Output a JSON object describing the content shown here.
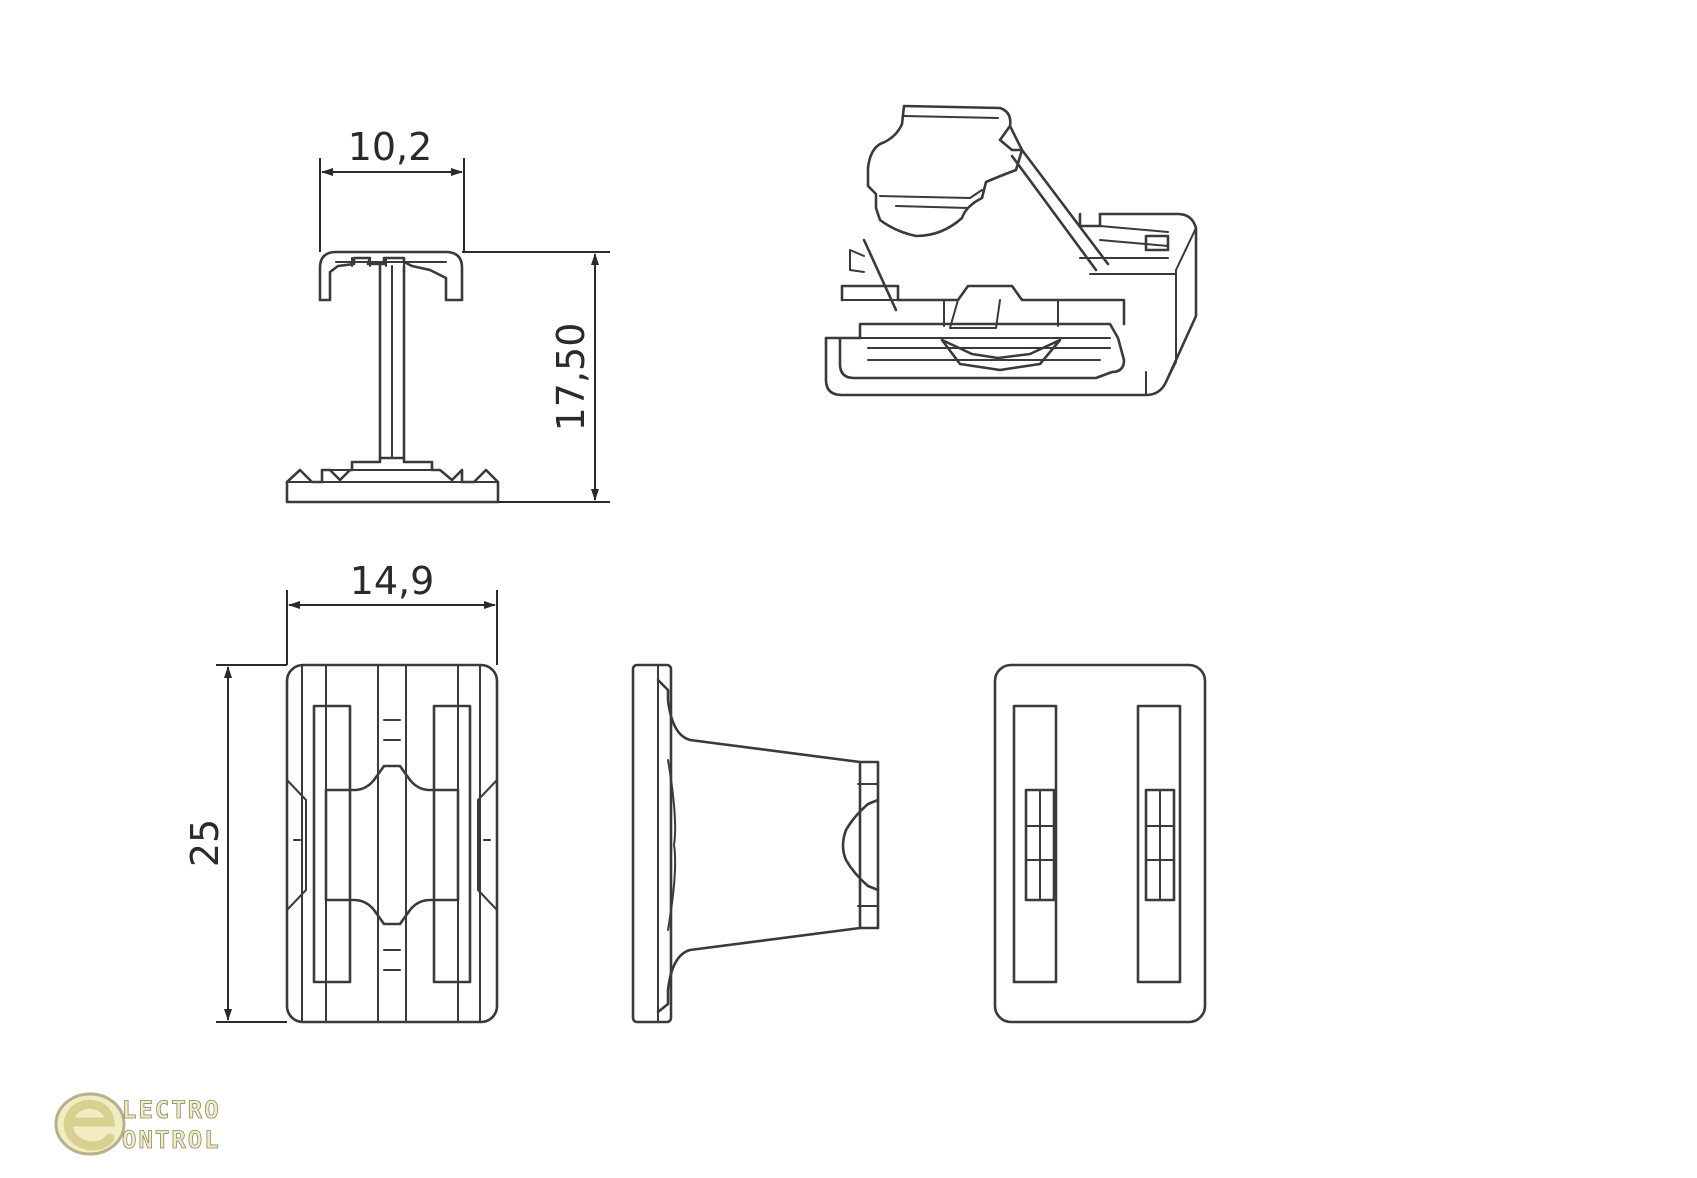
{
  "dimensions": {
    "top_width": "10,2",
    "height": "17,50",
    "bottom_width": "14,9",
    "length": "25"
  },
  "logo": {
    "line1": "LECTRO",
    "line2": "ONTROL",
    "accent_color": "#e6dc8c"
  },
  "colors": {
    "line": "#3a3a3a",
    "background": "#ffffff"
  }
}
